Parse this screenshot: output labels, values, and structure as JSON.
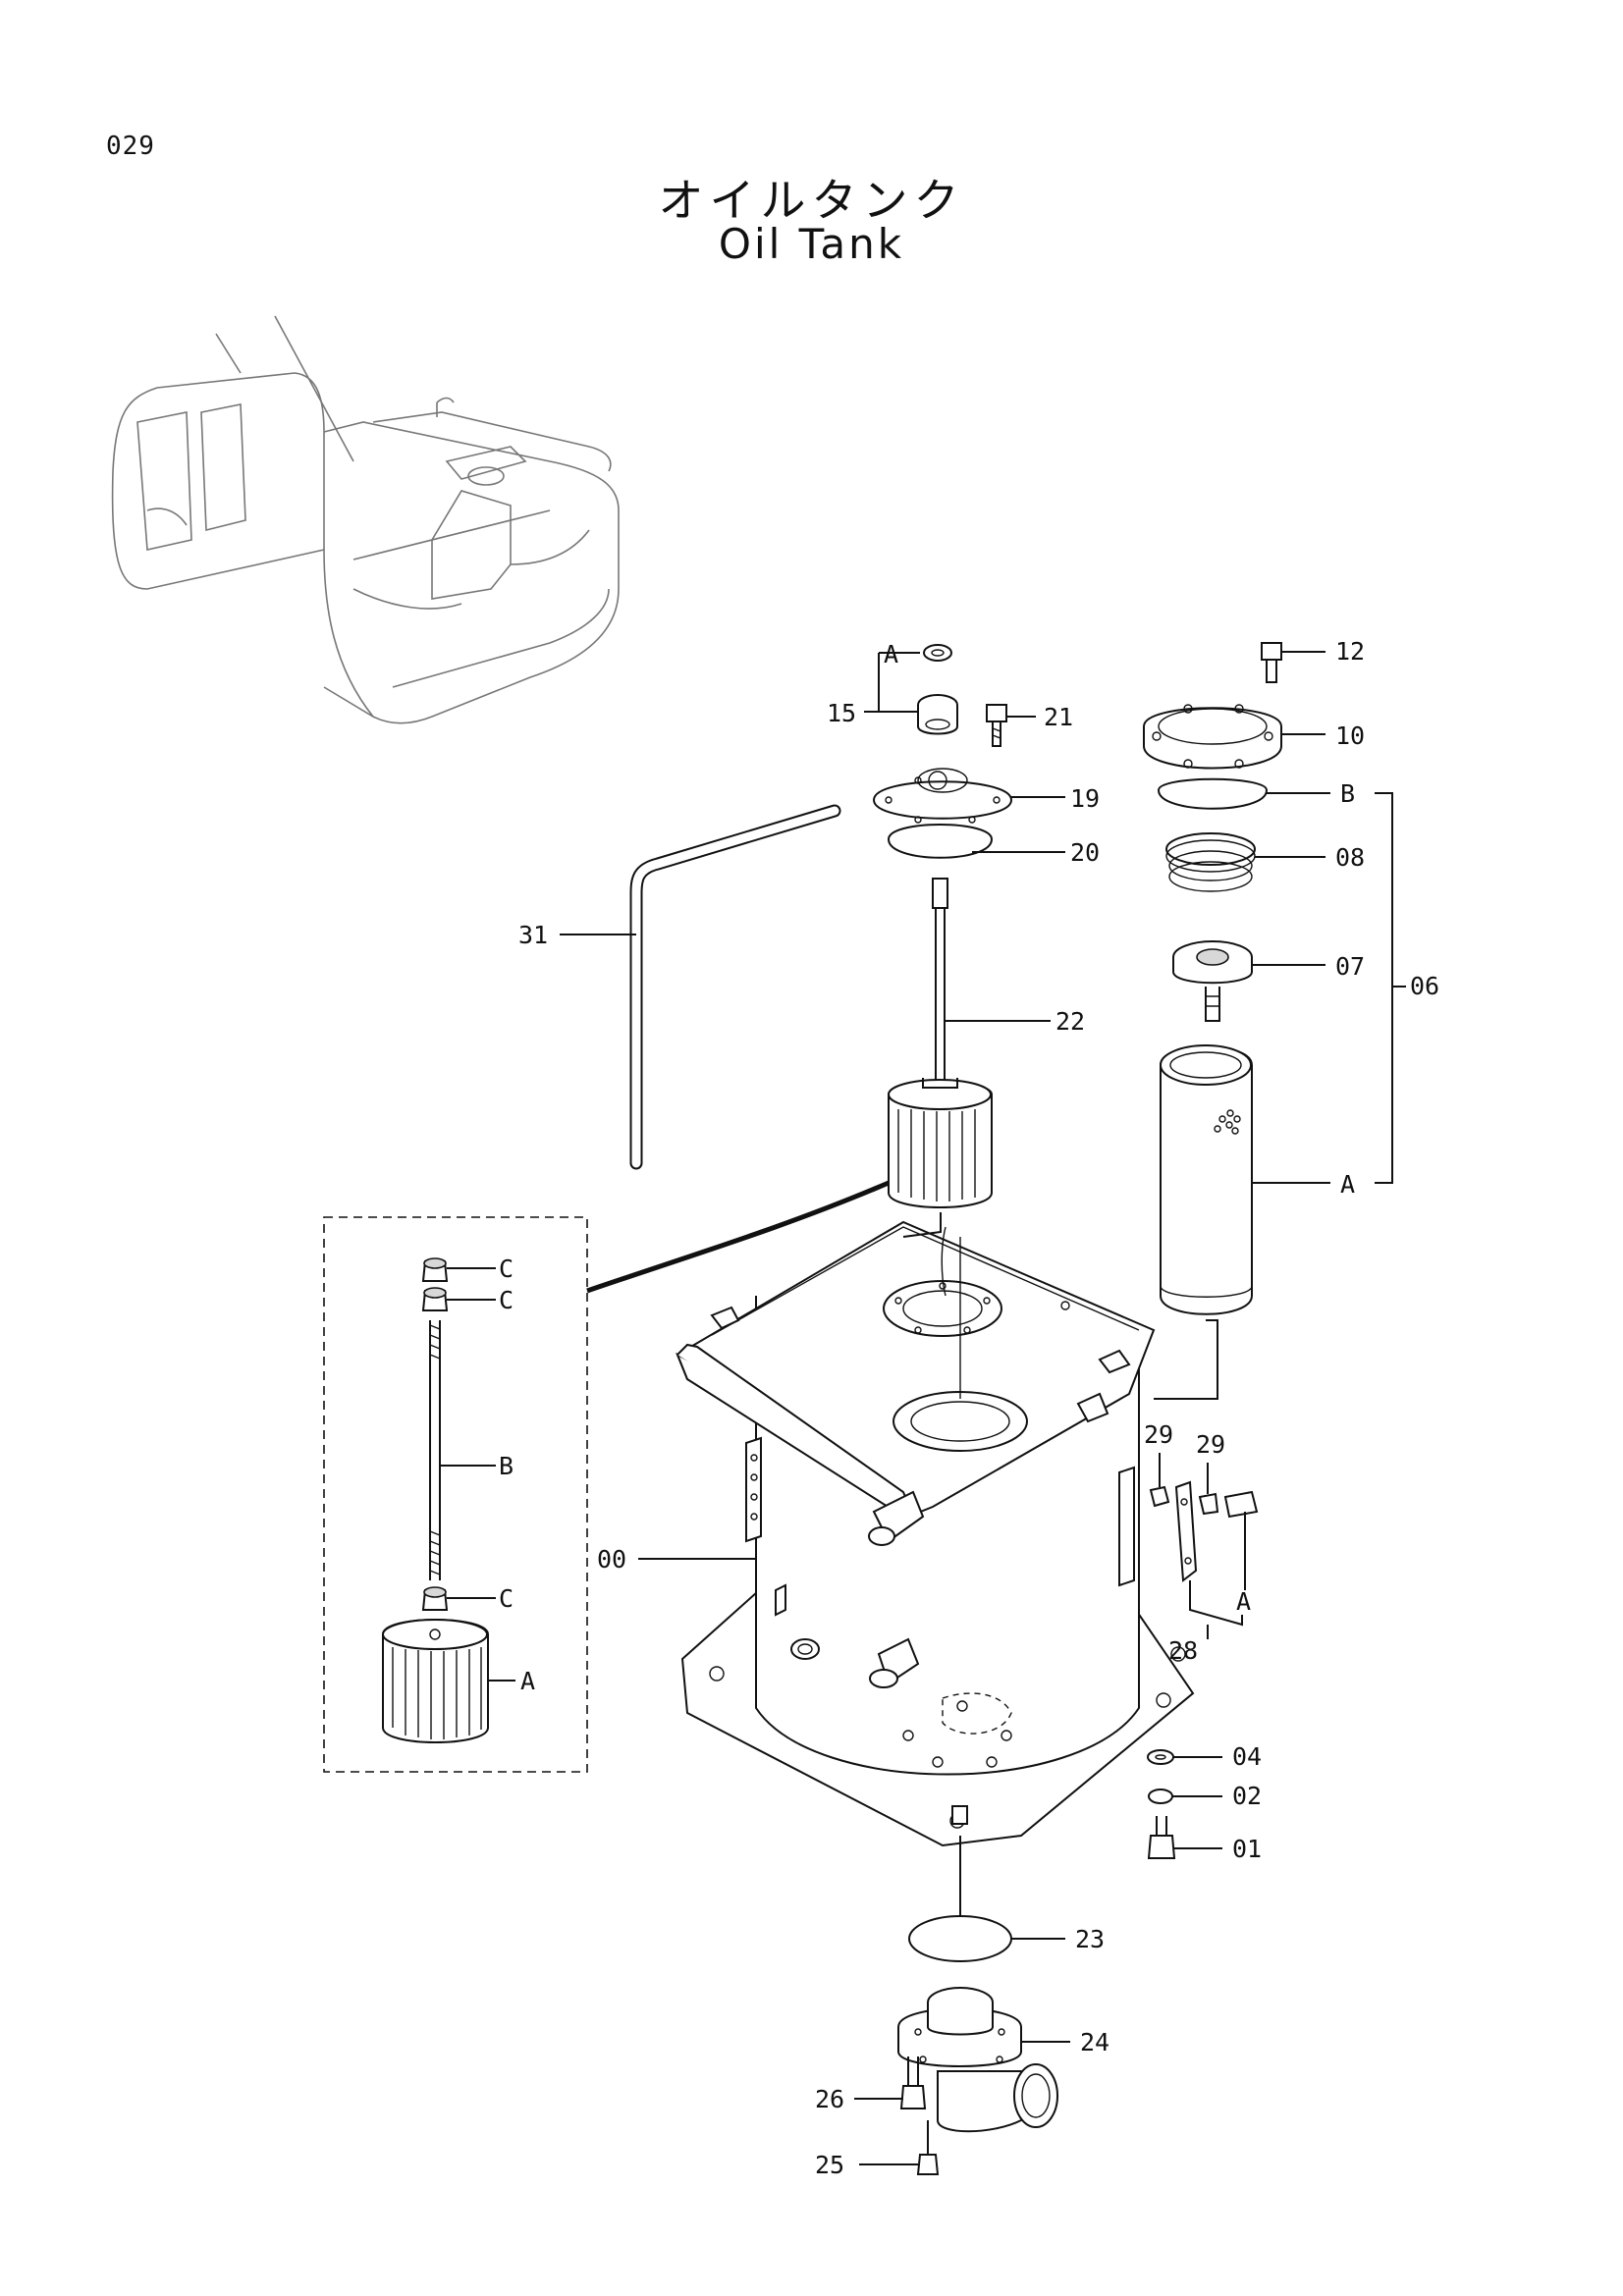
{
  "header": {
    "page_code": "029",
    "title_jp": "オイルタンク",
    "title_en": "Oil Tank"
  },
  "callouts": {
    "c00": "00",
    "c01": "01",
    "c02": "02",
    "c04": "04",
    "c06": "06",
    "c07": "07",
    "c08": "08",
    "c10": "10",
    "c12": "12",
    "c15": "15",
    "c19": "19",
    "c20": "20",
    "c21": "21",
    "c22": "22",
    "c23": "23",
    "c24": "24",
    "c25": "25",
    "c26": "26",
    "c28": "28",
    "c29a": "29",
    "c29b": "29",
    "c31": "31"
  },
  "letters": {
    "a_top": "A",
    "a_filter": "A",
    "a_bracket": "A",
    "a_detail": "A",
    "b_cap": "B",
    "b_detail": "B",
    "c1": "C",
    "c2": "C",
    "c3": "C"
  }
}
